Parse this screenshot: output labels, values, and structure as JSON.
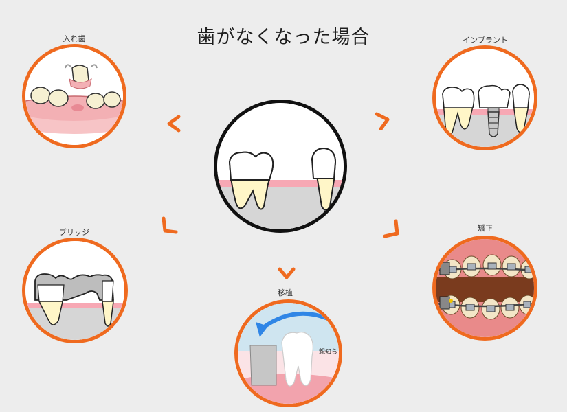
{
  "title": "歯がなくなった場合",
  "center": {
    "icon": "missing-tooth-icon"
  },
  "options": [
    {
      "id": "denture",
      "label": "入れ歯",
      "icon": "denture-icon"
    },
    {
      "id": "implant",
      "label": "インプラント",
      "icon": "implant-icon"
    },
    {
      "id": "bridge",
      "label": "ブリッジ",
      "icon": "bridge-icon"
    },
    {
      "id": "orthodontics",
      "label": "矯正",
      "icon": "braces-icon"
    },
    {
      "id": "transplant",
      "label": "移植",
      "icon": "tooth-transplant-icon",
      "inner_text": "親知ら"
    }
  ],
  "colors": {
    "accent": "#ef6a1f",
    "gum": "#f7a8b4",
    "tooth": "#ffffff",
    "root": "#fff6c8",
    "bone": "#cfcfcf",
    "arrow": "#2f86e6"
  }
}
